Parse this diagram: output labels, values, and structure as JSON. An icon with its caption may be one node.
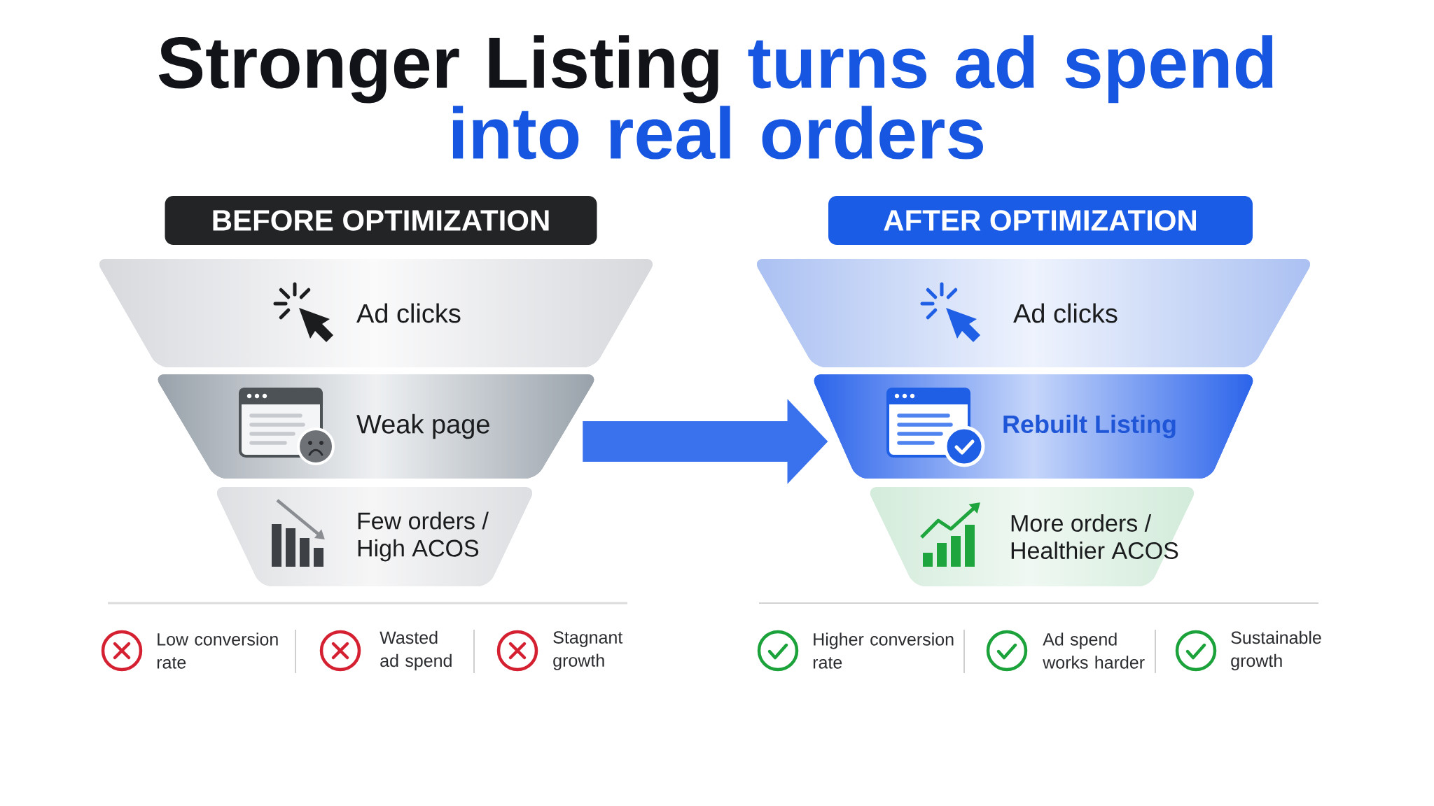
{
  "diagram": {
    "title": "Stronger Listing turns ad spend into real orders",
    "nodes": [
      {
        "text": [
          "BEFORE OPTIMIZATION"
        ]
      },
      {
        "text": [
          "Ad clicks"
        ]
      },
      {
        "text": [
          "Weak page"
        ]
      },
      {
        "text": [
          "Few orders / High ACOS"
        ]
      },
      {
        "text": [
          "AFTER OPTIMIZATION"
        ]
      },
      {
        "text": [
          "Ad clicks"
        ]
      },
      {
        "text": [
          "Rebuilt Listing"
        ]
      },
      {
        "text": [
          "More orders / Healthier ACOS"
        ]
      }
    ],
    "edges": [
      {
        "from": 2,
        "to": 6,
        "arrow": "to"
      }
    ],
    "labels": [
      "Low conversion rate",
      "Wasted ad spend",
      "Stagnant growth",
      "Higher conversion rate",
      "Ad spend works harder",
      "Sustainable growth"
    ]
  }
}
